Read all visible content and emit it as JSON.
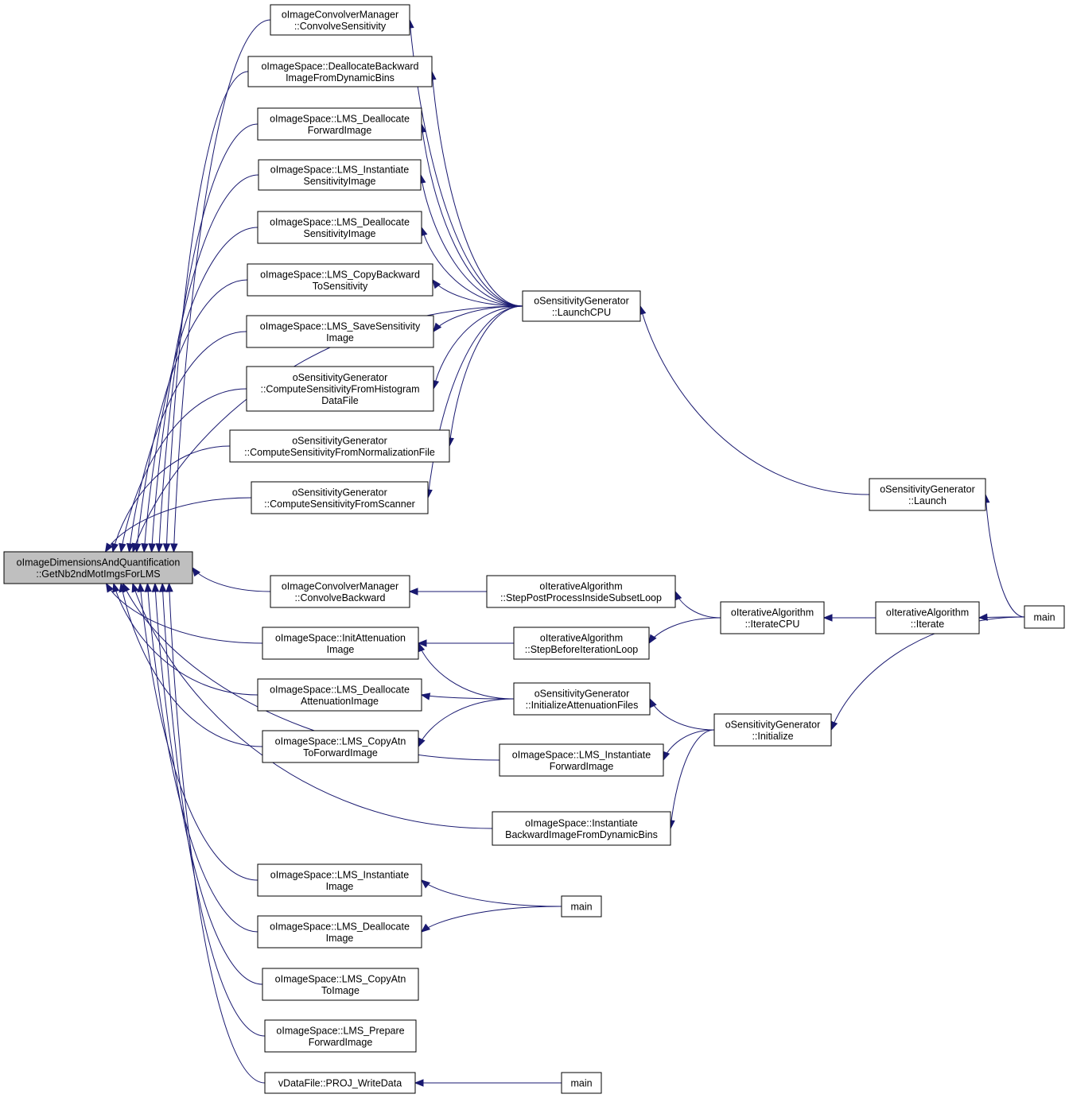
{
  "graph": {
    "title": "",
    "nodes": [
      {
        "id": "root",
        "lines": [
          "oImageDimensionsAndQuantification",
          "::GetNb2ndMotImgsForLMS"
        ],
        "root": true
      },
      {
        "id": "convSens",
        "lines": [
          "oImageConvolverManager",
          "::ConvolveSensitivity"
        ]
      },
      {
        "id": "deallocBackDyn",
        "lines": [
          "oImageSpace::DeallocateBackward",
          "ImageFromDynamicBins"
        ]
      },
      {
        "id": "lmsDeallocFwd",
        "lines": [
          "oImageSpace::LMS_Deallocate",
          "ForwardImage"
        ]
      },
      {
        "id": "lmsInstSens",
        "lines": [
          "oImageSpace::LMS_Instantiate",
          "SensitivityImage"
        ]
      },
      {
        "id": "lmsDeallocSens",
        "lines": [
          "oImageSpace::LMS_Deallocate",
          "SensitivityImage"
        ]
      },
      {
        "id": "lmsCopyBack",
        "lines": [
          "oImageSpace::LMS_CopyBackward",
          "ToSensitivity"
        ]
      },
      {
        "id": "lmsSaveSens",
        "lines": [
          "oImageSpace::LMS_SaveSensitivity",
          "Image"
        ]
      },
      {
        "id": "compHist",
        "lines": [
          "oSensitivityGenerator",
          "::ComputeSensitivityFromHistogram",
          "DataFile"
        ]
      },
      {
        "id": "compNorm",
        "lines": [
          "oSensitivityGenerator",
          "::ComputeSensitivityFromNormalizationFile"
        ]
      },
      {
        "id": "compScan",
        "lines": [
          "oSensitivityGenerator",
          "::ComputeSensitivityFromScanner"
        ]
      },
      {
        "id": "launchCPU",
        "lines": [
          "oSensitivityGenerator",
          "::LaunchCPU"
        ]
      },
      {
        "id": "launch",
        "lines": [
          "oSensitivityGenerator",
          "::Launch"
        ]
      },
      {
        "id": "mainR",
        "lines": [
          "main"
        ]
      },
      {
        "id": "convBack",
        "lines": [
          "oImageConvolverManager",
          "::ConvolveBackward"
        ]
      },
      {
        "id": "stepPost",
        "lines": [
          "oIterativeAlgorithm",
          "::StepPostProcessInsideSubsetLoop"
        ]
      },
      {
        "id": "iterCPU",
        "lines": [
          "oIterativeAlgorithm",
          "::IterateCPU"
        ]
      },
      {
        "id": "iterate",
        "lines": [
          "oIterativeAlgorithm",
          "::Iterate"
        ]
      },
      {
        "id": "initAtt",
        "lines": [
          "oImageSpace::InitAttenuation",
          "Image"
        ]
      },
      {
        "id": "stepBefore",
        "lines": [
          "oIterativeAlgorithm",
          "::StepBeforeIterationLoop"
        ]
      },
      {
        "id": "lmsDeallocAtt",
        "lines": [
          "oImageSpace::LMS_Deallocate",
          "AttenuationImage"
        ]
      },
      {
        "id": "initAttFiles",
        "lines": [
          "oSensitivityGenerator",
          "::InitializeAttenuationFiles"
        ]
      },
      {
        "id": "lmsCopyAtnFwd",
        "lines": [
          "oImageSpace::LMS_CopyAtn",
          "ToForwardImage"
        ]
      },
      {
        "id": "initialize",
        "lines": [
          "oSensitivityGenerator",
          "::Initialize"
        ]
      },
      {
        "id": "lmsInstFwd",
        "lines": [
          "oImageSpace::LMS_Instantiate",
          "ForwardImage"
        ]
      },
      {
        "id": "instBackDyn",
        "lines": [
          "oImageSpace::Instantiate",
          "BackwardImageFromDynamicBins"
        ]
      },
      {
        "id": "lmsInstImg",
        "lines": [
          "oImageSpace::LMS_Instantiate",
          "Image"
        ]
      },
      {
        "id": "lmsDeallocImg",
        "lines": [
          "oImageSpace::LMS_Deallocate",
          "Image"
        ]
      },
      {
        "id": "mainM1",
        "lines": [
          "main"
        ]
      },
      {
        "id": "lmsCopyAtnImg",
        "lines": [
          "oImageSpace::LMS_CopyAtn",
          "ToImage"
        ]
      },
      {
        "id": "lmsPrepFwd",
        "lines": [
          "oImageSpace::LMS_Prepare",
          "ForwardImage"
        ]
      },
      {
        "id": "projWrite",
        "lines": [
          "vDataFile::PROJ_WriteData"
        ]
      },
      {
        "id": "mainM2",
        "lines": [
          "main"
        ]
      }
    ],
    "edges": [
      [
        "convSens",
        "root"
      ],
      [
        "deallocBackDyn",
        "root"
      ],
      [
        "lmsDeallocFwd",
        "root"
      ],
      [
        "lmsInstSens",
        "root"
      ],
      [
        "lmsDeallocSens",
        "root"
      ],
      [
        "lmsCopyBack",
        "root"
      ],
      [
        "lmsSaveSens",
        "root"
      ],
      [
        "compHist",
        "root"
      ],
      [
        "compNorm",
        "root"
      ],
      [
        "compScan",
        "root"
      ],
      [
        "launchCPU",
        "root"
      ],
      [
        "convBack",
        "root"
      ],
      [
        "initAtt",
        "root"
      ],
      [
        "lmsDeallocAtt",
        "root"
      ],
      [
        "lmsCopyAtnFwd",
        "root"
      ],
      [
        "lmsInstFwd",
        "root"
      ],
      [
        "instBackDyn",
        "root"
      ],
      [
        "lmsInstImg",
        "root"
      ],
      [
        "lmsDeallocImg",
        "root"
      ],
      [
        "lmsCopyAtnImg",
        "root"
      ],
      [
        "lmsPrepFwd",
        "root"
      ],
      [
        "projWrite",
        "root"
      ],
      [
        "launchCPU",
        "convSens"
      ],
      [
        "launchCPU",
        "deallocBackDyn"
      ],
      [
        "launchCPU",
        "lmsDeallocFwd"
      ],
      [
        "launchCPU",
        "lmsInstSens"
      ],
      [
        "launchCPU",
        "lmsDeallocSens"
      ],
      [
        "launchCPU",
        "lmsCopyBack"
      ],
      [
        "launchCPU",
        "lmsSaveSens"
      ],
      [
        "launchCPU",
        "compHist"
      ],
      [
        "launchCPU",
        "compNorm"
      ],
      [
        "launchCPU",
        "compScan"
      ],
      [
        "launch",
        "launchCPU"
      ],
      [
        "mainR",
        "launch"
      ],
      [
        "stepPost",
        "convBack"
      ],
      [
        "iterCPU",
        "stepPost"
      ],
      [
        "iterate",
        "iterCPU"
      ],
      [
        "mainR",
        "iterate"
      ],
      [
        "stepBefore",
        "initAtt"
      ],
      [
        "iterCPU",
        "stepBefore"
      ],
      [
        "initAttFiles",
        "initAtt"
      ],
      [
        "initAttFiles",
        "lmsDeallocAtt"
      ],
      [
        "initAttFiles",
        "lmsCopyAtnFwd"
      ],
      [
        "initialize",
        "initAttFiles"
      ],
      [
        "initialize",
        "lmsInstFwd"
      ],
      [
        "initialize",
        "instBackDyn"
      ],
      [
        "mainR",
        "initialize"
      ],
      [
        "mainM1",
        "lmsInstImg"
      ],
      [
        "mainM1",
        "lmsDeallocImg"
      ],
      [
        "mainM2",
        "projWrite"
      ]
    ]
  }
}
